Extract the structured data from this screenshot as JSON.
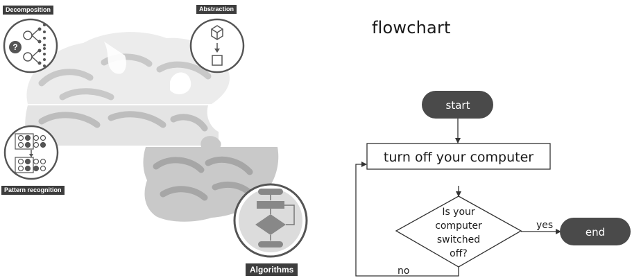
{
  "illustration": {
    "labels": {
      "decomposition": "Decomposition",
      "abstraction": "Abstraction",
      "pattern_recognition": "Pattern recognition",
      "algorithms": "Algorithms"
    },
    "decomposition_symbol": "?"
  },
  "flowchart": {
    "title": "flowchart",
    "start": "start",
    "process": "turn off your computer",
    "decision_lines": [
      "Is your",
      "computer",
      "switched",
      "off?"
    ],
    "end": "end",
    "yes_label": "yes",
    "no_label": "no"
  },
  "colors": {
    "dark_node": "#4a4a4a",
    "puzzle_light": "#ececec",
    "puzzle_medium": "#c8c8c8",
    "line": "#333333"
  }
}
